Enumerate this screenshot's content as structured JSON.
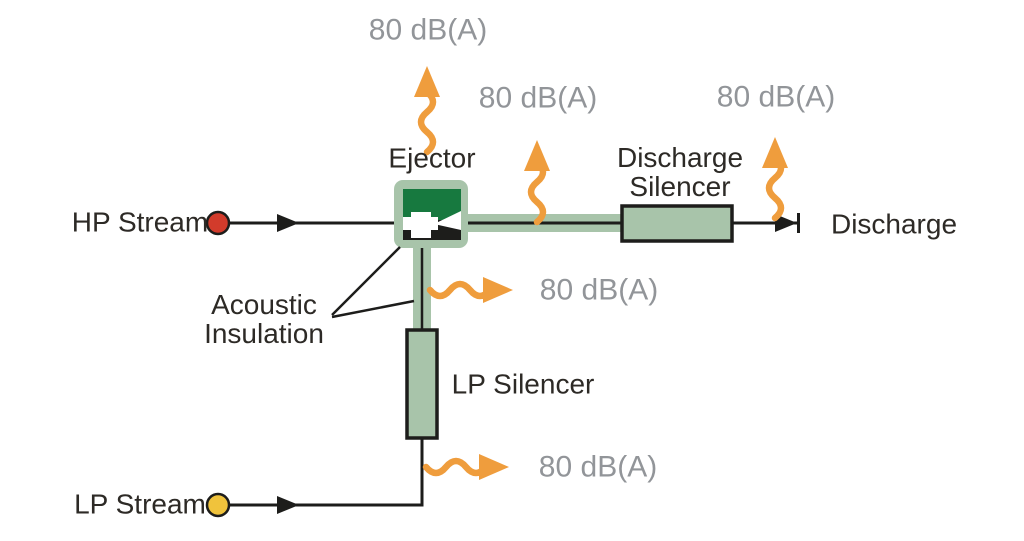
{
  "diagram": {
    "streams": {
      "hp_label": "HP Stream",
      "lp_label": "LP Stream",
      "discharge_label": "Discharge"
    },
    "equipment": {
      "ejector_label": "Ejector",
      "discharge_silencer_line1": "Discharge",
      "discharge_silencer_line2": "Silencer",
      "lp_silencer_label": "LP Silencer",
      "acoustic_insulation_line1": "Acoustic",
      "acoustic_insulation_line2": "Insulation"
    },
    "noise_levels": {
      "above_ejector": "80 dB(A)",
      "above_ejector_outlet_pipe": "80 dB(A)",
      "above_discharge_outlet": "80 dB(A)",
      "at_ejector_suction_pipe": "80 dB(A)",
      "at_lp_silencer_outlet": "80 dB(A)"
    },
    "colors": {
      "pipe_green": "#a8c4aa",
      "ejector_dark_green": "#17793f",
      "noise_orange": "#ef9d3d",
      "hp_stream_red": "#d23b2b",
      "lp_stream_yellow": "#f0c33c",
      "noise_text_gray": "#929599",
      "label_text_dark": "#2d2a26",
      "line_black": "#1d1d1b"
    }
  }
}
